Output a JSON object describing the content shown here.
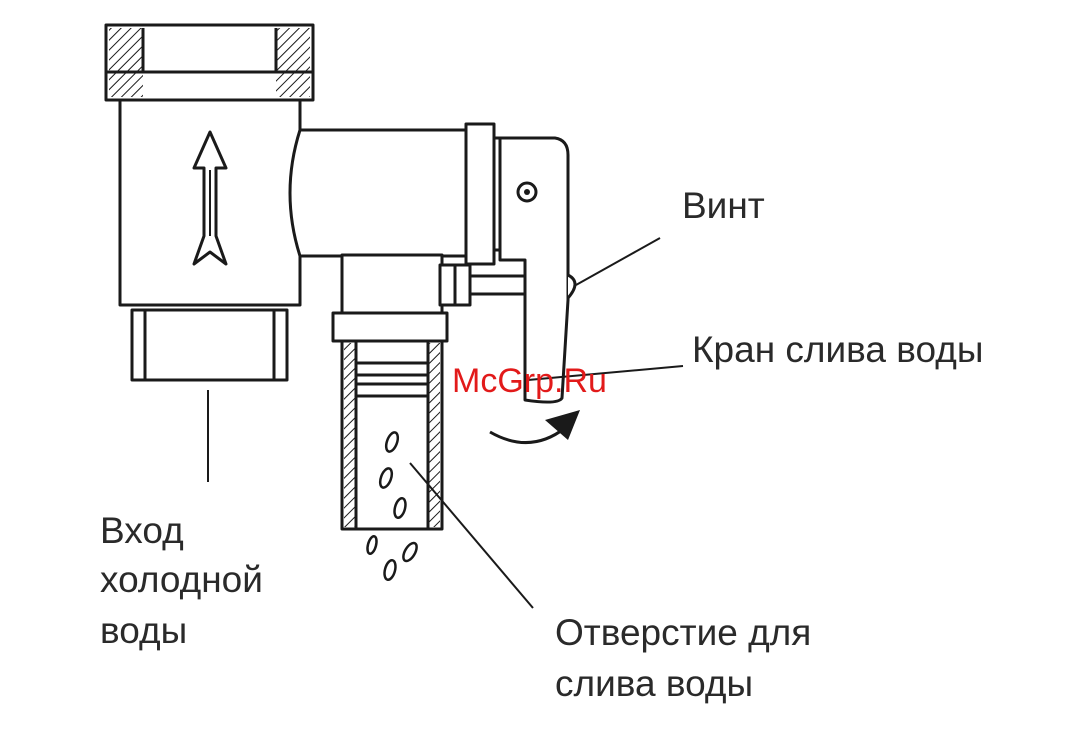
{
  "labels": {
    "screw": "Винт",
    "drain_tap": "Кран слива воды",
    "inlet_line1": "Вход",
    "inlet_line2": "холодной",
    "inlet_line3": "воды",
    "outlet_line1": "Отверстие для",
    "outlet_line2": "слива воды"
  },
  "watermark": "McGrp.Ru"
}
